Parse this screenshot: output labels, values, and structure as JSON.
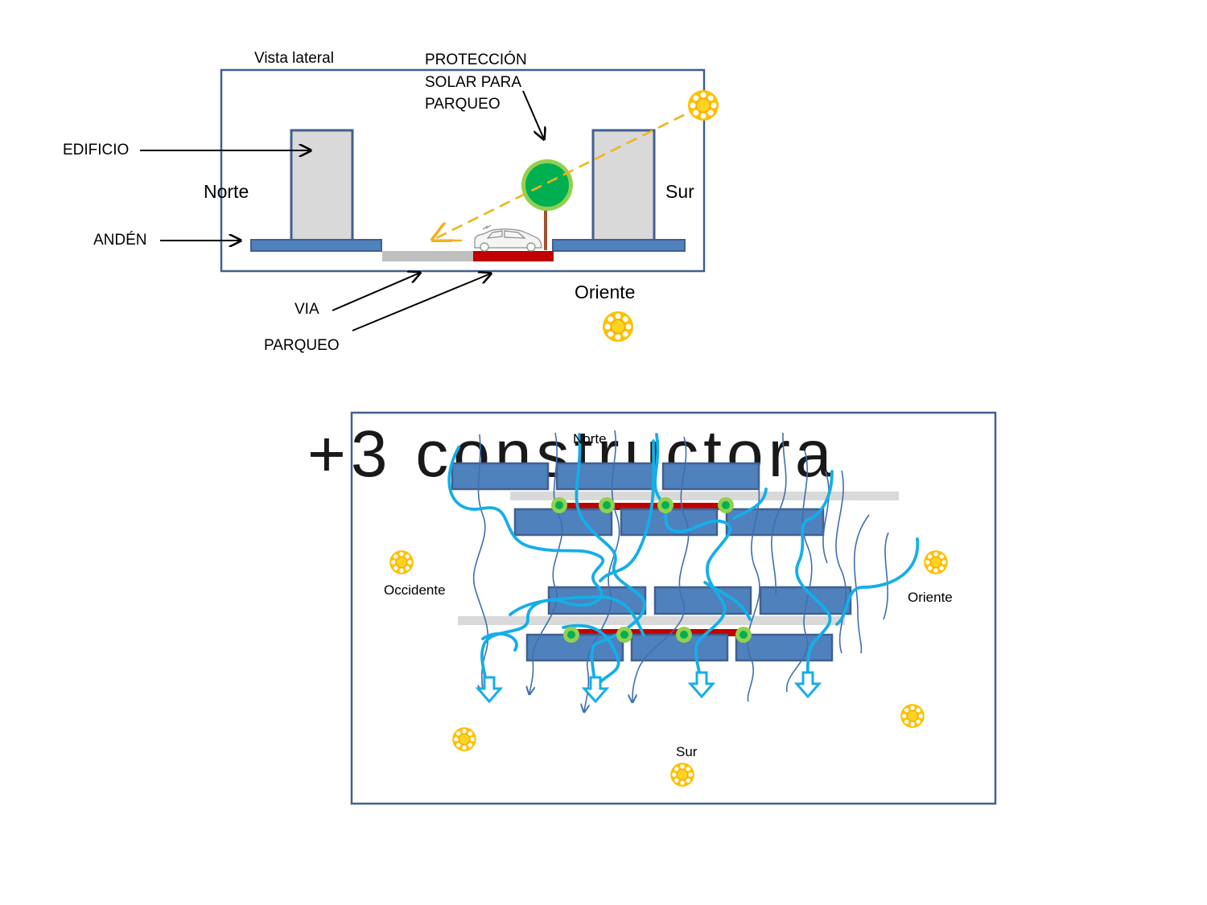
{
  "side_view": {
    "title": "Vista lateral",
    "labels": {
      "building": "EDIFICIO",
      "sidewalk": "ANDÉN",
      "road": "VIA",
      "parking": "PARQUEO",
      "solar_protection": [
        "PROTECCIÓN",
        "SOLAR PARA",
        "PARQUEO"
      ],
      "north": "Norte",
      "south": "Sur",
      "east": "Oriente"
    }
  },
  "plan_view": {
    "watermark": "+3 constructora",
    "labels": {
      "north": "Norte",
      "south": "Sur",
      "west": "Occidente",
      "east": "Oriente"
    }
  },
  "colors": {
    "building_fill": "#d9d9d9",
    "outline": "#41608f",
    "sidewalk_fill": "#4f81bd",
    "road": "#bfbfbf",
    "parking": "#c00000",
    "tree": "#00b050",
    "trunk": "#a0522d",
    "sun": "#ffc000",
    "sun_ray": "#f2b21b",
    "wind_light": "#15aee8",
    "wind_dark": "#3f6fae"
  },
  "icons": [
    "sun-icon",
    "tree-icon",
    "car-icon",
    "arrow-icon"
  ]
}
